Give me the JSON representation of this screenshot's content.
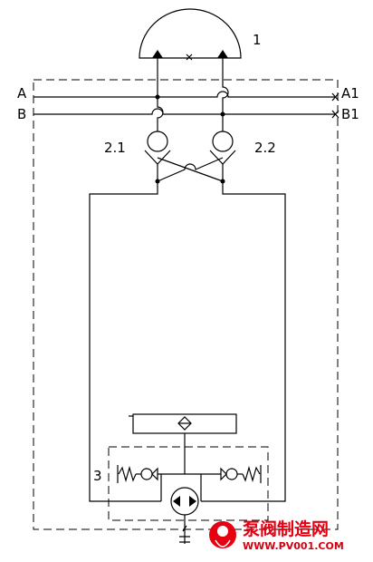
{
  "labels": {
    "item_1": "1",
    "item_2_1": "2.1",
    "item_2_2": "2.2",
    "item_3": "3",
    "port_a": "A",
    "port_b": "B",
    "port_a1": "A1",
    "port_b1": "B1"
  },
  "watermark": {
    "name_cn": "泵阀制造网",
    "url": "WWW.PV001.COM"
  },
  "colors": {
    "line": "#000000",
    "watermark": "#e60012"
  }
}
